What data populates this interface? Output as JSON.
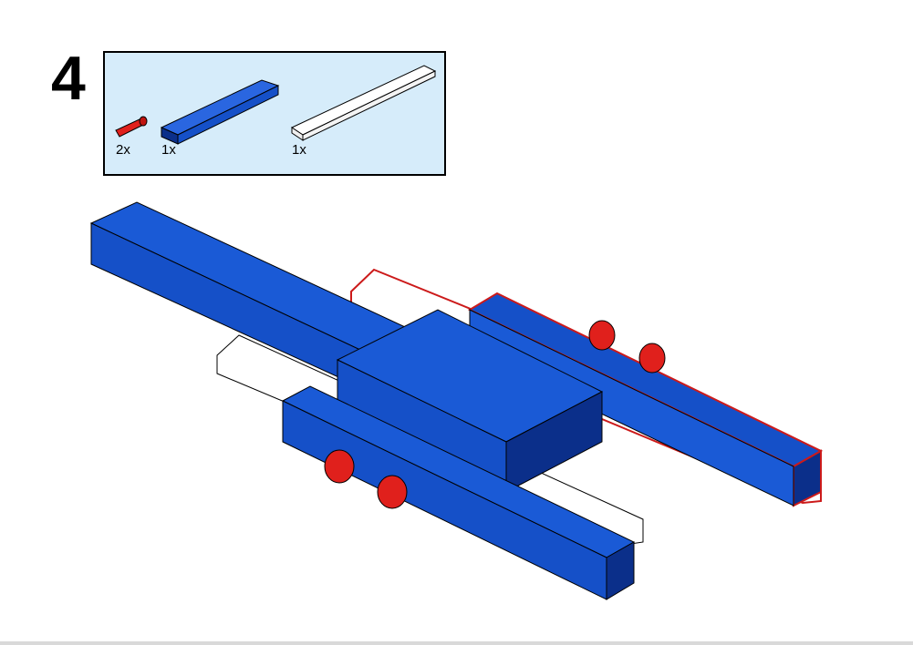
{
  "step": {
    "number": "4"
  },
  "parts_list": [
    {
      "name": "red-connector-peg",
      "quantity": "2x"
    },
    {
      "name": "blue-technic-brick",
      "quantity": "1x"
    },
    {
      "name": "white-technic-beam",
      "quantity": "1x"
    }
  ],
  "colors": {
    "brick_blue": "#1550c8",
    "brick_blue_dark": "#0b2f8a",
    "peg_red": "#e0201c",
    "beam_white": "#ffffff",
    "callout_bg": "#d6ecfa"
  }
}
